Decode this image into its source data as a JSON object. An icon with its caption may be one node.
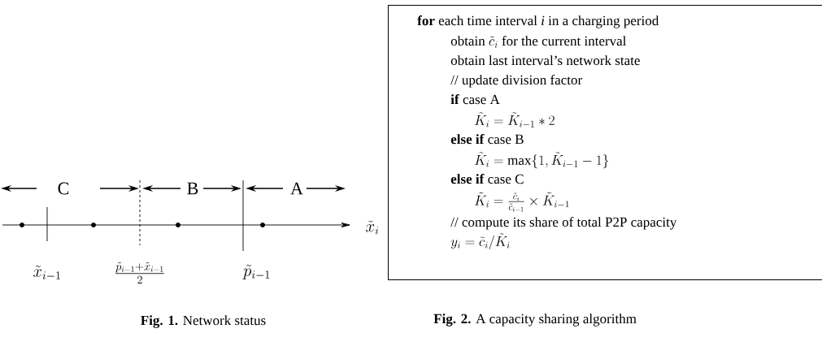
{
  "diagram": {
    "nodes": [
      {
        "text": [
          "**for** each time interval *i* in a charging period",
          "\\text{obtain } \\tilde{c}_i \\text{ for the current interval}",
          "obtain last interval’s network state",
          "// update division factor",
          "**if** case A",
          "\\tilde{K}_i = \\tilde{K}_{i-1} * 2",
          "**else if** case B",
          "\\tilde{K}_i = \\max\\{1, \\tilde{K}_{i-1} - 1\\}",
          "**else if** case C",
          "\\tilde{K}_i = \\frac{\\tilde{c}_i}{\\tilde{c}_{i-1}} \\times \\tilde{K}_{i-1}",
          "// compute its share of total P2P capacity",
          "y_i = \\tilde{c}_i / \\tilde{K}_i"
        ]
      }
    ],
    "edges": [],
    "labels": [
      "C",
      "B",
      "A",
      "\\tilde{x}_i",
      "\\tilde{x}_{i-1}",
      "\\frac{\\tilde{p}_{i-1}+\\tilde{x}_{i-1}}{2}",
      "\\tilde{p}_{i-1}",
      "**Fig. 1.** Network status",
      "**Fig. 2.** A capacity sharing algorithm"
    ]
  }
}
